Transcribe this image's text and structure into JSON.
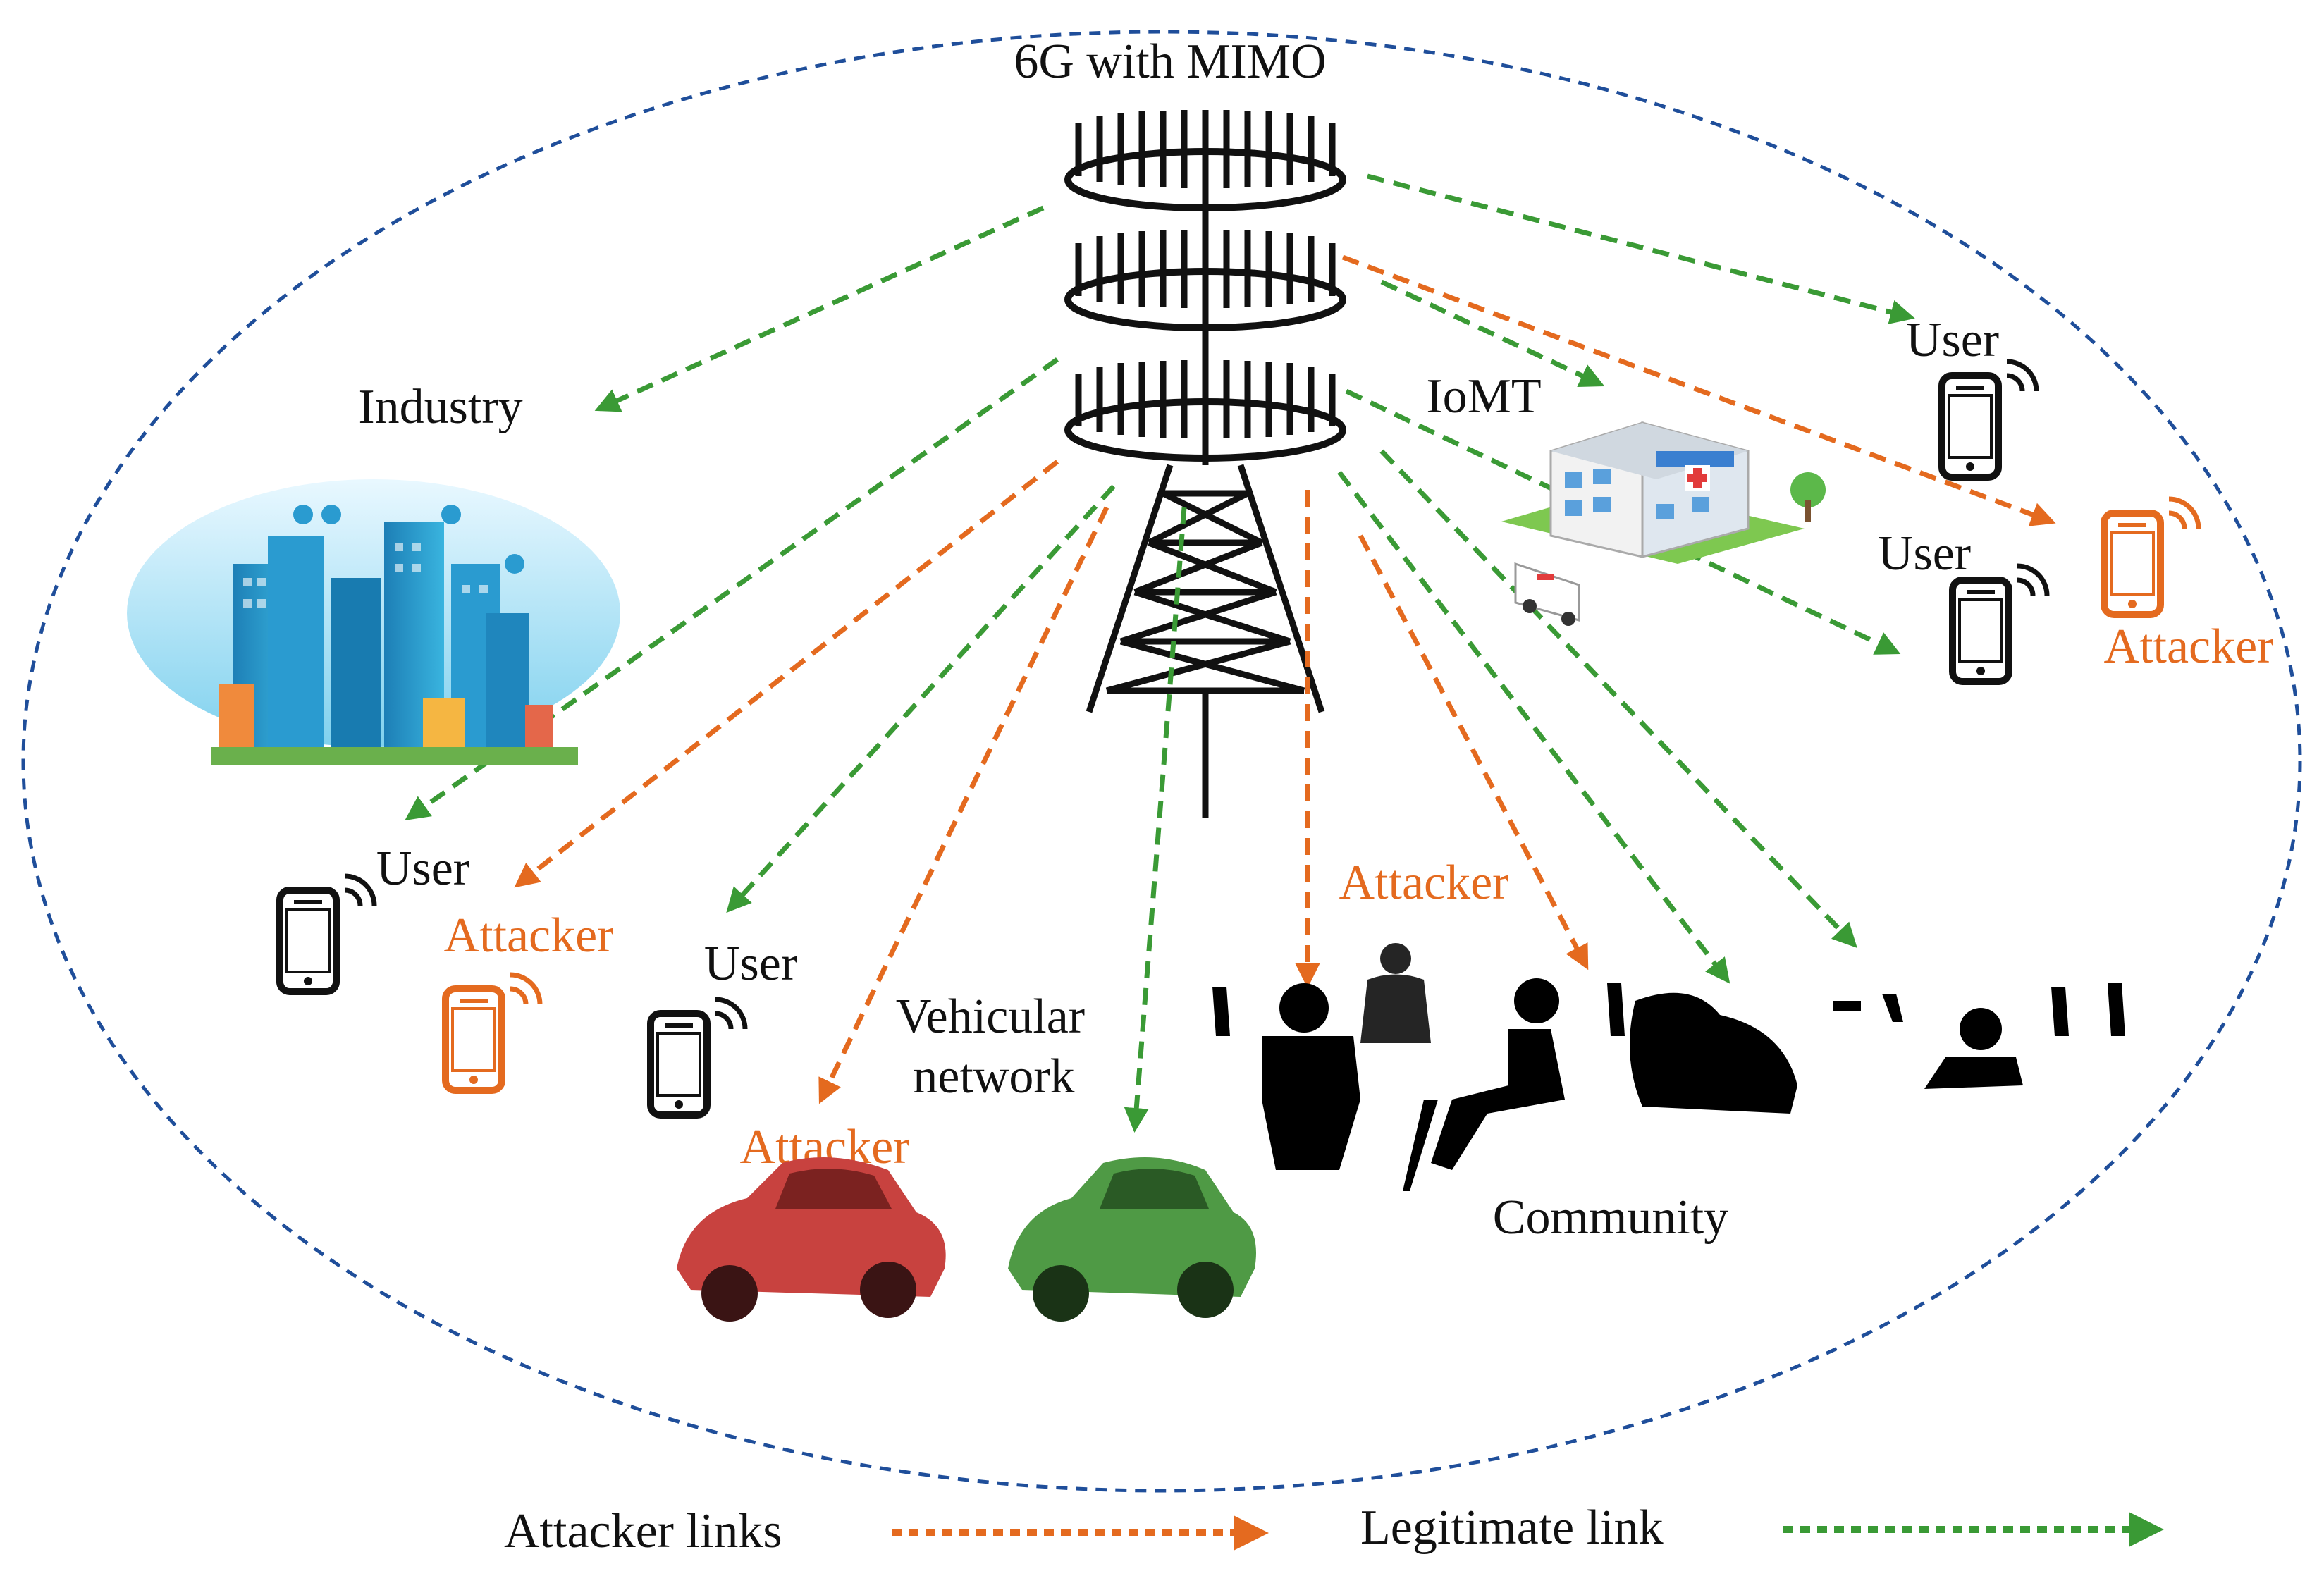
{
  "title": "6G  with MIMO",
  "labels": {
    "industry": "Industry",
    "iomt": "IoMT",
    "vehicular_line1": "Vehicular",
    "vehicular_line2": "network",
    "community": "Community",
    "user": "User",
    "attacker": "Attacker"
  },
  "legend": {
    "attacker_links": "Attacker links",
    "legitimate_link": "Legitimate link"
  },
  "colors": {
    "attacker": "#e46a1f",
    "legitimate": "#3a9a35",
    "boundary": "#1f4e9a",
    "text": "#111111"
  },
  "icons": [
    "antenna-tower-icon",
    "smart-city-icon",
    "hospital-icon",
    "ambulance-icon",
    "smartphone-icon",
    "car-icon",
    "people-silhouette-icon"
  ]
}
